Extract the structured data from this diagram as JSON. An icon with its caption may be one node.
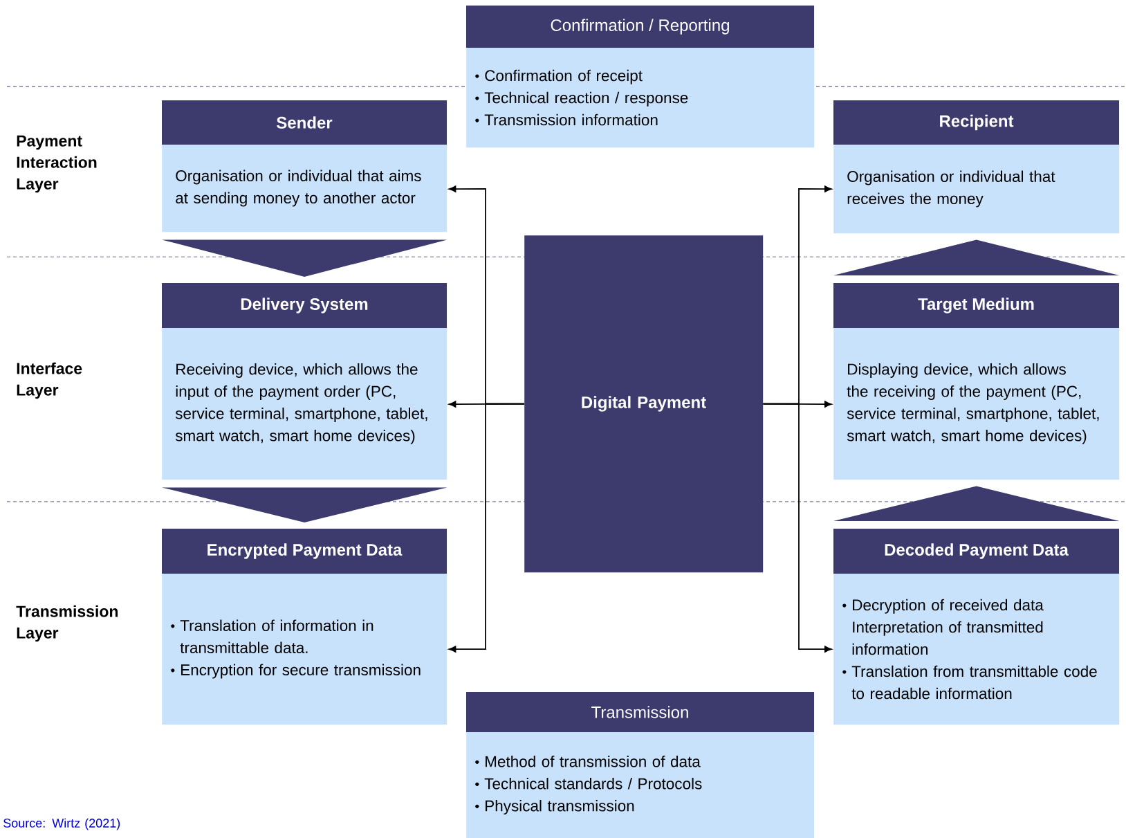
{
  "diagram": {
    "nodes": [
      {
        "text": [
          "Confirmation / Reporting",
          "Confirmation of receipt",
          "Technical reaction / response",
          "Transmission information"
        ]
      },
      {
        "text": [
          "Sender",
          "Organisation or individual that aims at sending money to another actor"
        ]
      },
      {
        "text": [
          "Recipient",
          "Organisation or individual that receives the money"
        ]
      },
      {
        "text": [
          "Delivery System",
          "Receiving device, which allows the input of the payment order (PC, service terminal, smartphone, tablet, smart watch, smart home devices)"
        ]
      },
      {
        "text": [
          "Digital Payment"
        ]
      },
      {
        "text": [
          "Target Medium",
          "Displaying device, which allows the receiving of the payment (PC, service terminal, smartphone, tablet, smart watch, smart home devices)"
        ]
      },
      {
        "text": [
          "Encrypted Payment Data",
          "Translation of information in transmittable data.",
          "Encryption for secure transmission"
        ]
      },
      {
        "text": [
          "Decoded Payment Data",
          "Decryption of received data Interpretation of transmitted information",
          "Translation from transmittable code to readable information"
        ]
      },
      {
        "text": [
          "Transmission",
          "Method of transmission of data",
          "Technical standards / Protocols",
          "Physical transmission"
        ]
      }
    ],
    "edges": [
      {
        "from": 1,
        "to": 3,
        "arrow": "to"
      },
      {
        "from": 3,
        "to": 6,
        "arrow": "to"
      },
      {
        "from": 5,
        "to": 2,
        "arrow": "to"
      },
      {
        "from": 7,
        "to": 5,
        "arrow": "to"
      },
      {
        "from": 4,
        "to": 1,
        "arrow": "to"
      },
      {
        "from": 4,
        "to": 3,
        "arrow": "to"
      },
      {
        "from": 4,
        "to": 6,
        "arrow": "to"
      },
      {
        "from": 4,
        "to": 2,
        "arrow": "to"
      },
      {
        "from": 4,
        "to": 5,
        "arrow": "to"
      },
      {
        "from": 4,
        "to": 7,
        "arrow": "to"
      }
    ],
    "labels": [
      "Payment Interaction Layer",
      "Interface Layer",
      "Transmission Layer",
      "Source: Wirtz (2021)"
    ]
  }
}
